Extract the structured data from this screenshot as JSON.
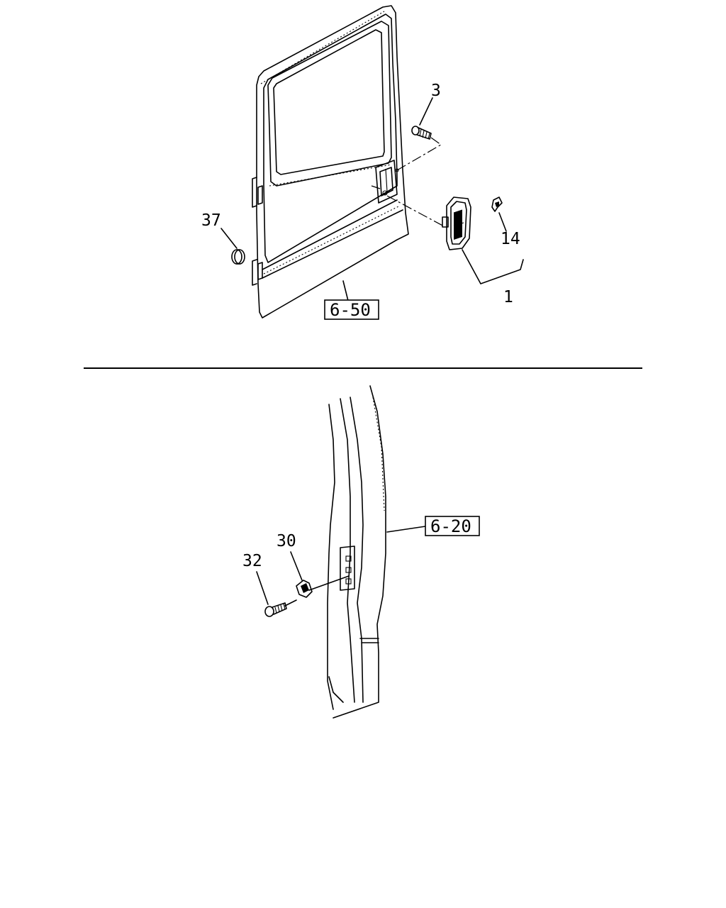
{
  "upper_view": {
    "callouts": {
      "screw": "3",
      "clip": "14",
      "handle_assembly": "1",
      "plug": "37"
    },
    "reference_box": "6-50"
  },
  "lower_view": {
    "callouts": {
      "striker": "30",
      "bolt": "32"
    },
    "reference_box": "6-20"
  }
}
